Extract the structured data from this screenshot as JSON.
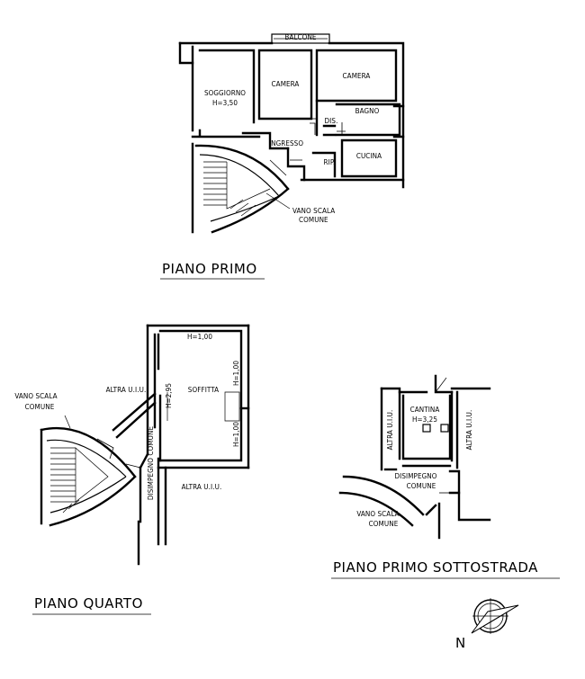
{
  "piano_primo": {
    "title": "PIANO PRIMO",
    "balcone": "BALCONE",
    "soggiorno": "SOGGIORNO",
    "soggiorno_h": "H=3,50",
    "camera_1": "CAMERA",
    "camera_2": "CAMERA",
    "bagno": "BAGNO",
    "dis": "DIS.",
    "ingresso": "INGRESSO",
    "rip": "RIP.",
    "cucina": "CUCINA",
    "vano_scala_1": "VANO SCALA",
    "vano_scala_2": "COMUNE"
  },
  "piano_quarto": {
    "title": "PIANO QUARTO",
    "h_top": "H=1,00",
    "h_right_top": "H=1,00",
    "h_right_bottom": "H=1,00",
    "h_left": "H=2,95",
    "soffitta": "SOFFITTA",
    "altra_uiu_top": "ALTRA U.I.U.",
    "altra_uiu_bottom": "ALTRA U.I.U.",
    "disimpegno": "DISIMPEGNO COMUNE",
    "vano_scala_1": "VANO SCALA",
    "vano_scala_2": "COMUNE"
  },
  "piano_sottostrada": {
    "title": "PIANO PRIMO SOTTOSTRADA",
    "cantina": "CANTINA",
    "cantina_h": "H=3,25",
    "altra_uiu_left": "ALTRA U.I.U.",
    "altra_uiu_right": "ALTRA U.I.U.",
    "disimpegno_1": "DISIMPEGNO",
    "disimpegno_2": "COMUNE",
    "vano_scala_1": "VANO SCALA",
    "vano_scala_2": "COMUNE"
  },
  "north": {
    "label": "N"
  }
}
